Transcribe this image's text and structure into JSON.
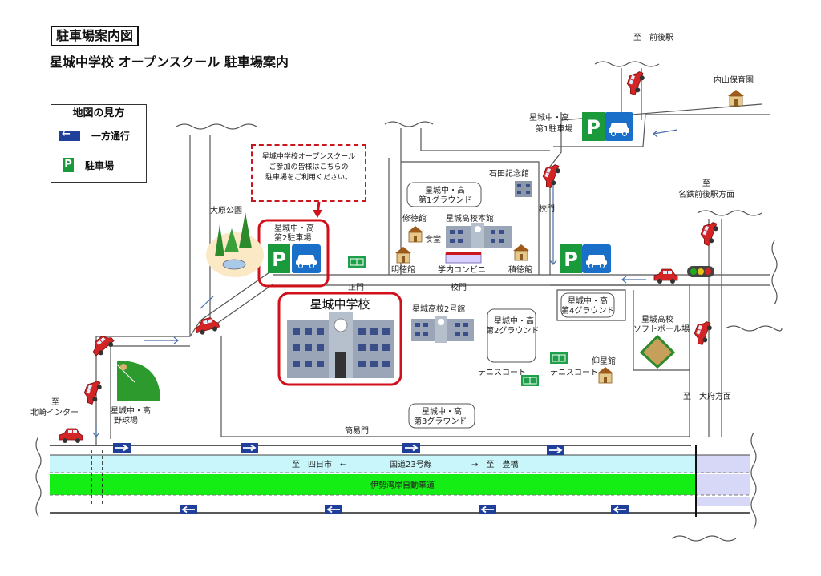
{
  "header": {
    "title": "駐車場案内図",
    "subtitle": "星城中学校 オープンスクール 駐車場案内"
  },
  "legend": {
    "title": "地図の見方",
    "one_way": "一方通行",
    "parking": "駐車場",
    "parking_symbol": "P"
  },
  "note": {
    "line1": "星城中学校オープンスクール",
    "line2": "ご参加の皆様はこちらの",
    "line3": "駐車場をご利用ください。"
  },
  "places": {
    "maebashi_station": "至　前後駅",
    "uchiyama_hoikuen": "内山保育園",
    "parking1_line1": "星城中・高",
    "parking1_line2": "第1駐車場",
    "ishida_kinenkan": "石田記念館",
    "meitetsu_line1": "至",
    "meitetsu_line2": "名鉄前後駅方面",
    "ground1_line1": "星城中・高",
    "ground1_line2": "第1グラウンド",
    "ohara_park": "大原公園",
    "parking2_line1": "星城中・高",
    "parking2_line2": "第2駐車場",
    "shutokukan": "修徳館",
    "honkan": "星城高校本館",
    "shokudo": "食堂",
    "meitokukan": "明徳館",
    "konbini": "学内コンビニ",
    "sekitokukan": "積徳館",
    "komon_north": "校門",
    "seimon": "正門",
    "komon": "校門",
    "chugakko": "星城中学校",
    "gogokan": "星城高校2号館",
    "ground2_line1": "星城中・高",
    "ground2_line2": "第2グラウンド",
    "ground4_line1": "星城中・高",
    "ground4_line2": "第4グラウンド",
    "softball_line1": "星城高校",
    "softball_line2": "ソフトボール場",
    "tennis1": "テニスコート",
    "tennis2": "テニスコート",
    "gyoseikan": "仰星館",
    "obu": "至　大府方面",
    "kitazaki_line1": "至",
    "kitazaki_line2": "北崎インター",
    "baseball_line1": "星城中・高",
    "baseball_line2": "野球場",
    "ground3_line1": "星城中・高",
    "ground3_line2": "第3グラウンド",
    "kanimon": "簡易門",
    "yokkaichi": "至　四日市　←",
    "route23": "国道23号線",
    "toyohashi": "→　至　豊橋",
    "expressway": "伊勢湾岸自動車道"
  },
  "colors": {
    "parking_green": "#1a9a3a",
    "parking_blue": "#1a6fc8",
    "highlight_red": "#d0101a",
    "route_cyan": "#c8f6fa",
    "expressway_green": "#14ee14",
    "arrow_navy": "#1f3f9a"
  }
}
